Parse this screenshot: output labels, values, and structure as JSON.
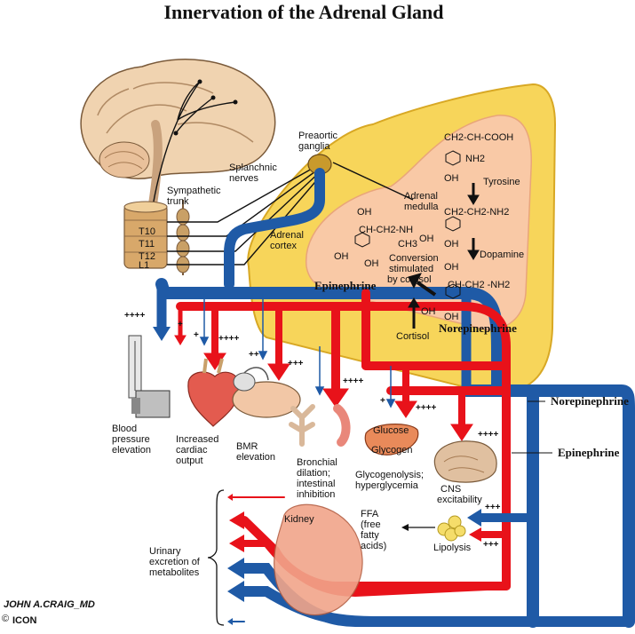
{
  "title": "Innervation of the Adrenal Gland",
  "labels": {
    "preaortic_ganglia": [
      "Preaortic",
      "ganglia"
    ],
    "splanchnic_nerves": [
      "Splanchnic",
      "nerves"
    ],
    "sympathetic_trunk": [
      "Sympathetic",
      "trunk"
    ],
    "spinal_levels": [
      "T10",
      "T11",
      "T12",
      "L1"
    ],
    "adrenal_cortex": [
      "Adrenal",
      "cortex"
    ],
    "adrenal_medulla": [
      "Adrenal",
      "medulla"
    ],
    "tyrosine": "Tyrosine",
    "dopamine": "Dopamine",
    "epinephrine_in_gland": "Epinephrine",
    "norepinephrine_in_gland": "Norepinephrine",
    "conversion": [
      "Conversion",
      "stimulated",
      "by cortisol"
    ],
    "cortisol": "Cortisol",
    "norepinephrine_right": "Norepinephrine",
    "epinephrine_right": "Epinephrine",
    "blood_pressure": [
      "Blood",
      "pressure",
      "elevation"
    ],
    "cardiac_output": [
      "Increased",
      "cardiac",
      "output"
    ],
    "bmr": [
      "BMR",
      "elevation"
    ],
    "bronchial": [
      "Bronchial",
      "dilation;",
      "intestinal",
      "inhibition"
    ],
    "glucose": "Glucose",
    "glycogen": "Glycogen",
    "glycogenolysis": [
      "Glycogenolysis;",
      "hyperglycemia"
    ],
    "cns": [
      "CNS",
      "excitability"
    ],
    "kidney": "Kidney",
    "ffa": [
      "FFA",
      "(free",
      "fatty",
      "acids)"
    ],
    "lipolysis": "Lipolysis",
    "urinary": [
      "Urinary",
      "excretion of",
      "metabolites"
    ],
    "signature": "JOHN A.CRAIG_MD",
    "copyright": "©",
    "logo": "ICON"
  },
  "chemistry": {
    "tyrosine_formula": [
      "CH2-CH-COOH",
      "NH2",
      "OH"
    ],
    "dopamine_formula": [
      "CH2-CH2-NH2",
      "OH",
      "OH"
    ],
    "norepinephrine_formula": [
      "OH",
      "CH-CH2 -NH2",
      "OH",
      "OH"
    ],
    "epinephrine_formula": [
      "OH",
      "CH-CH2-NH",
      "CH3",
      "OH",
      "OH"
    ]
  },
  "effect_strengths": {
    "blood_pressure": "++++",
    "blood_pressure_small": "+",
    "cardiac": "++++",
    "cardiac_small": "+",
    "bmr": "++",
    "bmr_big": "+++",
    "bronchial": "++++",
    "glycogenolysis": "++++",
    "glycogenolysis_small": "+",
    "cns": "++++",
    "ffa_upper": "+++",
    "ffa_lower": "+++"
  },
  "colors": {
    "epinephrine": "#e8121a",
    "norepinephrine": "#1f5aa6",
    "cortex": "#f7d55a",
    "medulla": "#f9c9a6",
    "kidney": "#f1a58a"
  }
}
